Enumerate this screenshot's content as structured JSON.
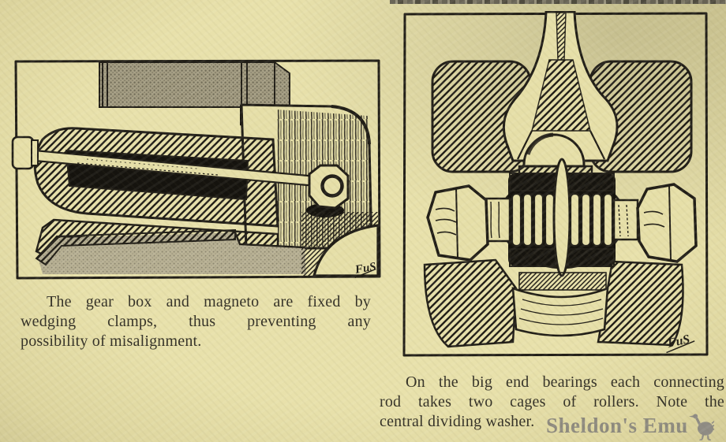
{
  "page": {
    "kind": "scanned vintage magazine page with two technical engravings",
    "paper_color": "#e6dfa8",
    "ink_color": "#211e17",
    "halftone_gray": "#a49d83",
    "watermark_color": "#87847c"
  },
  "figures": [
    {
      "name": "gearbox-magneto-clamp",
      "caption": "The gear box and magneto are fixed by wedging clamps, thus preventing any possibility of misalignment.",
      "caption_lines": [
        "The gear box and magneto are fixed by",
        "wedging clamps, thus preventing any",
        "possibility of misalignment."
      ],
      "signature": "FuS"
    },
    {
      "name": "big-end-roller-bearing",
      "caption": "On the big end bearings each connecting rod takes two cages of rollers. Note the central dividing washer.",
      "caption_lines": [
        "On the big end bearings each connecting",
        "rod takes two cages of rollers.  Note the",
        "central dividing washer."
      ],
      "signature": "FuS"
    }
  ],
  "watermark": {
    "text": "Sheldon's Emu",
    "icon": "emu-icon"
  }
}
